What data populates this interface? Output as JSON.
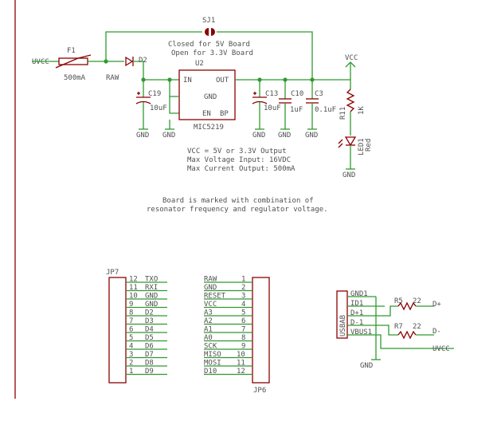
{
  "colors": {
    "wire": "#2f9a2f",
    "symbol": "#8b0000",
    "label": "#505050",
    "frame": "#8b0000"
  },
  "schematic": {
    "sj1": {
      "name": "SJ1",
      "note1": "Closed for 5V Board",
      "note2": "Open for 3.3V Board"
    },
    "uvcc": "UVCC",
    "f1": {
      "name": "F1",
      "value": "500mA"
    },
    "d2": {
      "name": "D2"
    },
    "raw": "RAW",
    "u2": {
      "name": "U2",
      "in": "IN",
      "out": "OUT",
      "gnd": "GND",
      "en": "EN",
      "bp": "BP",
      "part": "MIC5219"
    },
    "c19": {
      "name": "C19",
      "value": "10uF"
    },
    "c13": {
      "name": "C13",
      "value": "10uF"
    },
    "c10": {
      "name": "C10",
      "value": "1uF"
    },
    "c3": {
      "name": "C3",
      "value": "0.1uF"
    },
    "vcc": "VCC",
    "r11": {
      "name": "R11",
      "value": "1K"
    },
    "led1": {
      "name": "LED1",
      "color": "Red"
    },
    "gnd": "GND",
    "notes": [
      "VCC = 5V or 3.3V Output",
      "Max Voltage Input: 16VDC",
      "Max Current Output: 500mA"
    ],
    "board_note": [
      "Board is marked with combination of",
      "resonator frequency and regulator voltage."
    ],
    "jp7": {
      "name": "JP7",
      "pins": [
        {
          "num": "12",
          "label": "TXO"
        },
        {
          "num": "11",
          "label": "RXI"
        },
        {
          "num": "10",
          "label": "GND"
        },
        {
          "num": "9",
          "label": "GND"
        },
        {
          "num": "8",
          "label": "D2"
        },
        {
          "num": "7",
          "label": "D3"
        },
        {
          "num": "6",
          "label": "D4"
        },
        {
          "num": "5",
          "label": "D5"
        },
        {
          "num": "4",
          "label": "D6"
        },
        {
          "num": "3",
          "label": "D7"
        },
        {
          "num": "2",
          "label": "D8"
        },
        {
          "num": "1",
          "label": "D9"
        }
      ]
    },
    "jp6": {
      "name": "JP6",
      "pins": [
        {
          "num": "1",
          "label": "RAW"
        },
        {
          "num": "2",
          "label": "GND"
        },
        {
          "num": "3",
          "label": "RESET"
        },
        {
          "num": "4",
          "label": "VCC"
        },
        {
          "num": "5",
          "label": "A3"
        },
        {
          "num": "6",
          "label": "A2"
        },
        {
          "num": "7",
          "label": "A1"
        },
        {
          "num": "8",
          "label": "A0"
        },
        {
          "num": "9",
          "label": "SCK"
        },
        {
          "num": "10",
          "label": "MISO"
        },
        {
          "num": "11",
          "label": "MOSI"
        },
        {
          "num": "12",
          "label": "D10"
        }
      ]
    },
    "usb": {
      "name": "USBAB",
      "pins": [
        "GND1",
        "ID1",
        "D+1",
        "D-1",
        "VBUS1"
      ],
      "r5": {
        "name": "R5",
        "value": "22"
      },
      "r7": {
        "name": "R7",
        "value": "22"
      },
      "dplus": "D+",
      "dminus": "D-",
      "uvcc": "UVCC",
      "gnd": "GND"
    }
  }
}
